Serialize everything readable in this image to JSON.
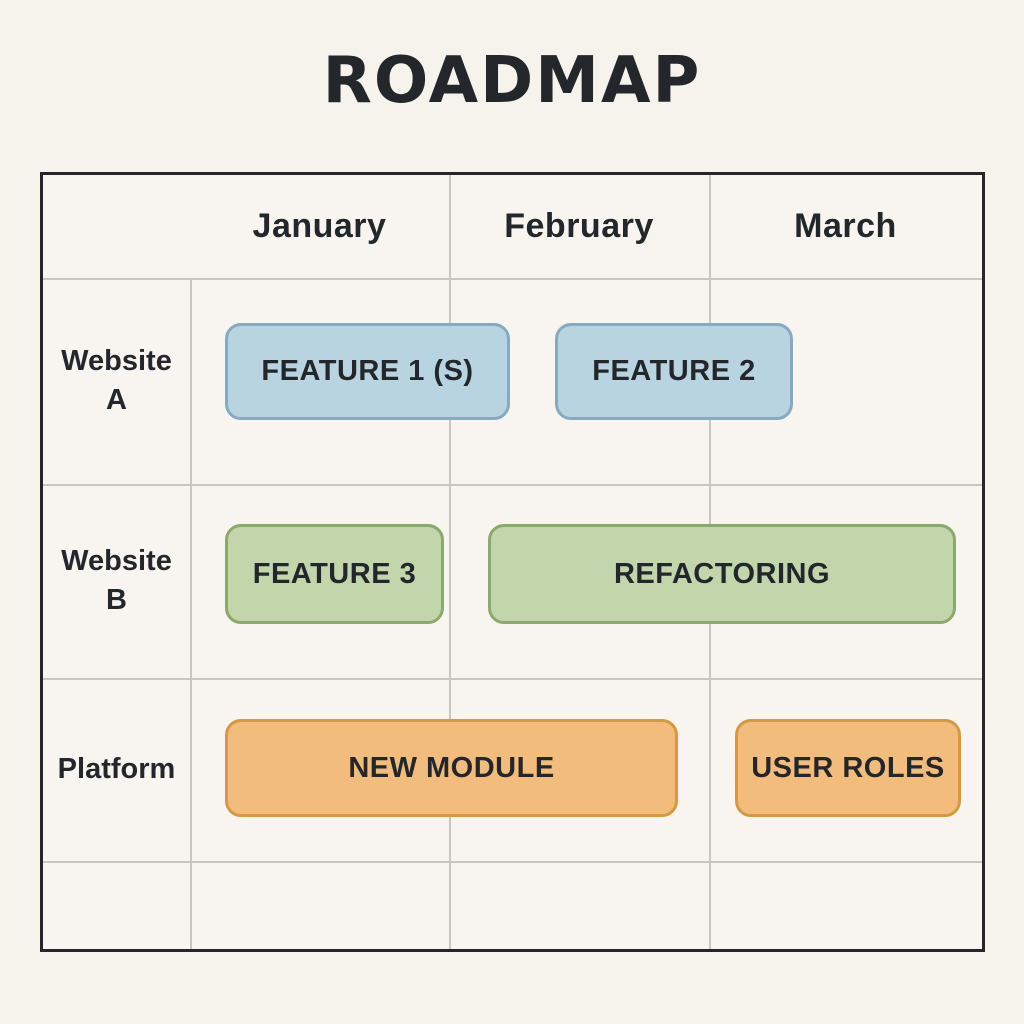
{
  "title": "ROADMAP",
  "colors": {
    "background": "#f6f3ed",
    "cell_bg": "#f8f5f0",
    "table_border": "#26262a",
    "gridline": "#c8c6c2",
    "text": "#23272b",
    "blue_fill": "#b8d4e0",
    "blue_border": "#86aabf",
    "green_fill": "#c3d5ab",
    "green_border": "#8ba96a",
    "orange_fill": "#f2bc7d",
    "orange_border": "#d6993f"
  },
  "timeline": {
    "months": [
      "January",
      "February",
      "March"
    ],
    "rows": [
      {
        "label": "Website A",
        "bars": [
          {
            "label": "FEATURE 1 (S)",
            "color": "blue",
            "start": "January",
            "end": "January"
          },
          {
            "label": "FEATURE 2",
            "color": "blue",
            "start": "February",
            "end": "February"
          }
        ]
      },
      {
        "label": "Website B",
        "bars": [
          {
            "label": "FEATURE 3",
            "color": "green",
            "start": "January",
            "end": "January"
          },
          {
            "label": "REFACTORING",
            "color": "green",
            "start": "February",
            "end": "March"
          }
        ]
      },
      {
        "label": "Platform",
        "bars": [
          {
            "label": "NEW MODULE",
            "color": "orange",
            "start": "January",
            "end": "February"
          },
          {
            "label": "USER ROLES",
            "color": "orange",
            "start": "March",
            "end": "March"
          }
        ]
      },
      {
        "label": "",
        "bars": []
      }
    ]
  }
}
